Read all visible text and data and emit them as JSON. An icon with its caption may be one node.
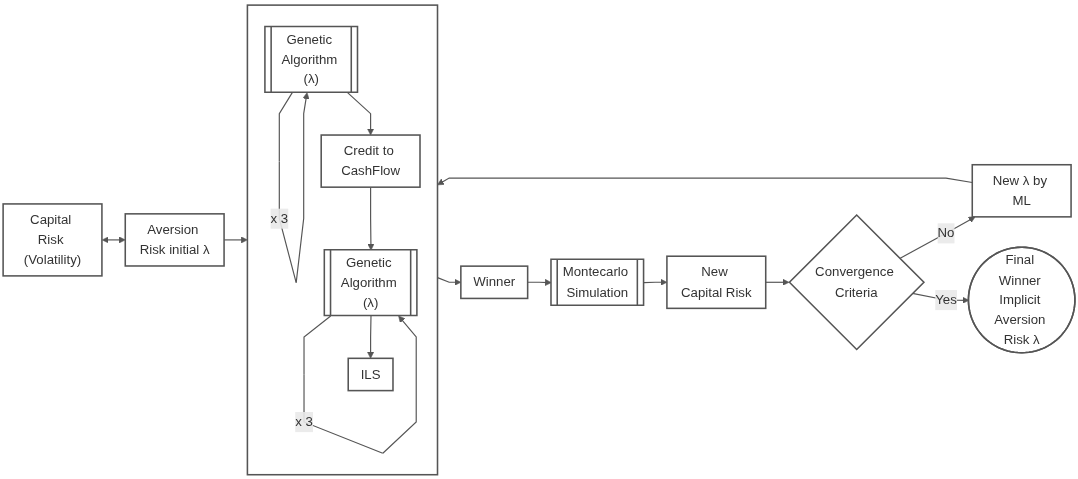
{
  "diagram": {
    "nodes": [
      {
        "text": [
          "Capital Risk (Volatility)"
        ]
      },
      {
        "text": [
          "Aversion Risk initial λ"
        ]
      },
      {
        "text": [],
        "shape": "box"
      },
      {
        "text": [
          "Genetic Algorithm (λ)"
        ],
        "in": 2
      },
      {
        "text": [
          "Credit to CashFlow"
        ],
        "in": 2
      },
      {
        "text": [
          "Genetic Algorithm (λ)"
        ],
        "in": 2
      },
      {
        "text": [
          "ILS"
        ],
        "in": 2
      },
      {
        "text": [
          "Winner"
        ]
      },
      {
        "text": [
          "Montecarlo Simulation"
        ]
      },
      {
        "text": [
          "New Capital Risk"
        ]
      },
      {
        "text": [
          "Convergence Criteria"
        ]
      },
      {
        "text": [
          "New λ by ML"
        ]
      },
      {
        "text": [
          "Final Winner Implicit Aversion Risk λ"
        ]
      }
    ],
    "edges": [
      {
        "from": 0,
        "to": 1,
        "arrow": "both"
      },
      {
        "from": 1,
        "to": 2,
        "arrow": "to"
      },
      {
        "from": 3,
        "to": 3,
        "arrow": "to",
        "label": "x 3"
      },
      {
        "from": 3,
        "to": 4,
        "arrow": "to"
      },
      {
        "from": 4,
        "to": 5,
        "arrow": "to"
      },
      {
        "from": 5,
        "to": 5,
        "arrow": "to",
        "label": "x 3"
      },
      {
        "from": 5,
        "to": 6,
        "arrow": "to"
      },
      {
        "from": 2,
        "to": 7,
        "arrow": "to"
      },
      {
        "from": 7,
        "to": 8,
        "arrow": "to"
      },
      {
        "from": 8,
        "to": 9,
        "arrow": "to"
      },
      {
        "from": 9,
        "to": 10,
        "arrow": "to"
      },
      {
        "from": 10,
        "to": 11,
        "arrow": "to",
        "label": "No"
      },
      {
        "from": 11,
        "to": 2,
        "arrow": "to"
      },
      {
        "from": 10,
        "to": 12,
        "arrow": "to",
        "label": "Yes"
      }
    ]
  }
}
